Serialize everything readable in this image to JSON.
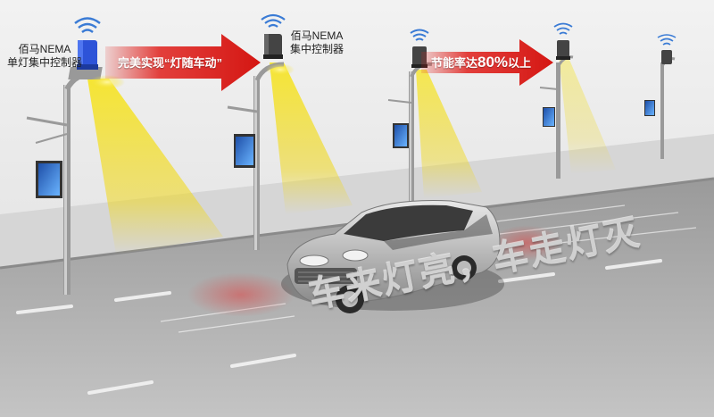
{
  "labels": {
    "controller_single": "佰马NEMA\n单灯集中控制器",
    "controller_central": "佰马NEMA\n集中控制器"
  },
  "arrows": {
    "left_text": "完美实现“灯随车动”",
    "right_text": "节能率达80%以上"
  },
  "slogan": "车来灯亮，车走灯灭",
  "colors": {
    "arrow_red": "#e0201c",
    "light_yellow": "#f3df23",
    "controller_blue": "#2d53d8",
    "wifi_blue": "#3a7bd5"
  }
}
